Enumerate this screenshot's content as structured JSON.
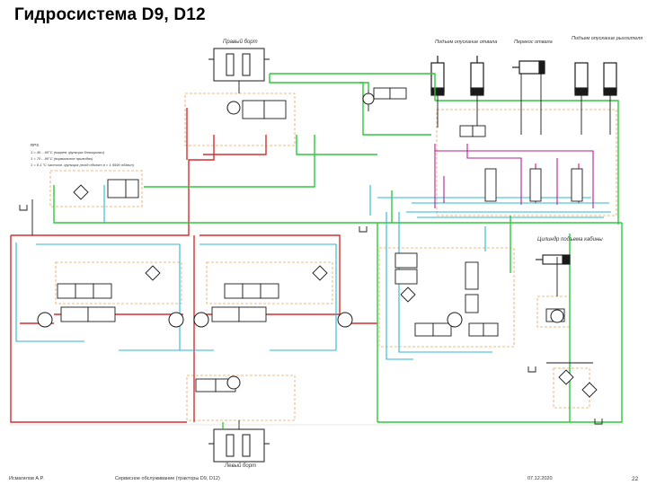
{
  "slide": {
    "title": "Гидросистема D9, D12"
  },
  "labels": {
    "right_track": "Правый борт",
    "left_track": "Левый борт",
    "blade_lift": "Подъем опускание отвала",
    "blade_tilt": "Перекос отвала",
    "ripper_lift": "Подъем опускание рыхлителя",
    "cab_cyl": "Цилиндр подъема кабины"
  },
  "notes": {
    "title": "RPS",
    "line1": "1 = 40 ...60°C (нагрев. функция блокировки)",
    "line2": "1 = 70 ...90°C (нормальное приводах)",
    "line3": "1 = 0,1 °C частичн. функция (вход объект в > 1 6590 об/мин)"
  },
  "footer": {
    "author": "Исмагилов А.Р.",
    "course": "Сервисное обслуживание (тракторы D9, D12)",
    "date": "07.12.2020",
    "page": "22"
  },
  "colors": {
    "pressure": "#d62f2f",
    "return": "#2ec93a",
    "pilot": "#2fb5d9",
    "control": "#b0218f",
    "group": "#e8a25a",
    "line": "#1a1a1a"
  }
}
